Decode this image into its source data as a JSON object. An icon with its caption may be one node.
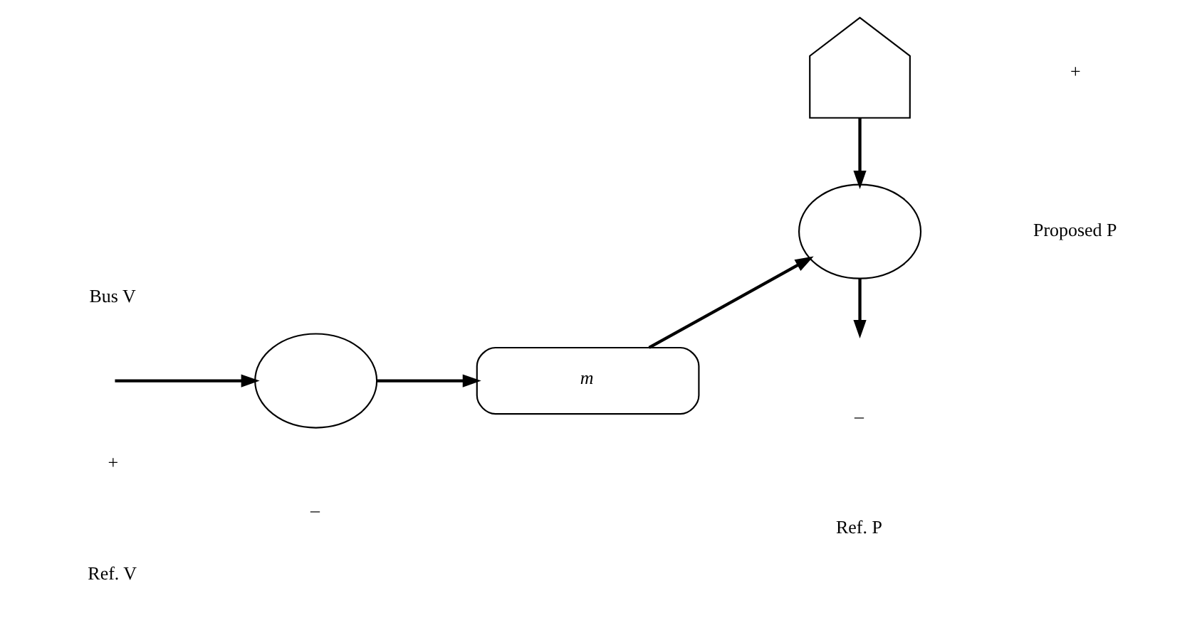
{
  "diagram": {
    "nodes": [
      {
        "text": [],
        "shape": "circle"
      },
      {
        "text": [
          "m"
        ]
      },
      {
        "text": [],
        "shape": "circle"
      },
      {
        "text": [],
        "shape": "pentagon"
      }
    ],
    "edges": [
      {
        "from": null,
        "to": 0,
        "arrow": "to"
      },
      {
        "from": 0,
        "to": 1,
        "arrow": "to"
      },
      {
        "from": 1,
        "to": 2,
        "arrow": "to"
      },
      {
        "from": 3,
        "to": 2,
        "arrow": "to"
      },
      {
        "from": 2,
        "to": null,
        "arrow": "to"
      }
    ],
    "labels": [
      "Ref. P",
      "+",
      "Bus V",
      "–",
      "+",
      "Ref. V",
      "–",
      "Proposed P"
    ]
  }
}
